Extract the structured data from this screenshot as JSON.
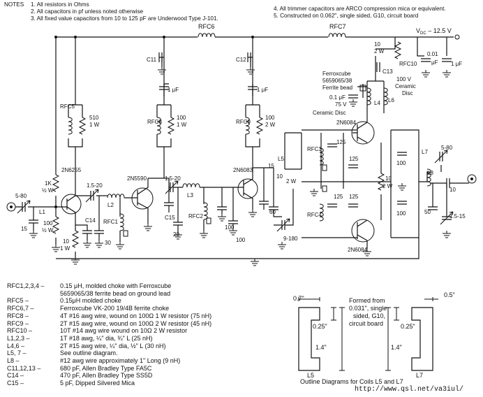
{
  "notes": {
    "heading": "NOTES",
    "left": [
      "1.  All resistors in Ohms",
      "2.  All capacitors in pf unless noted otherwise",
      "3.  All fixed value capacitors from 10 to 125 pF are Underwood Type J-101."
    ],
    "right": [
      "4.  All trimmer capacitors are ARCO compression mica or equivalent.",
      "5.  Constructed on 0.062\", single sided, G10, circuit board"
    ]
  },
  "supply": {
    "label": "V",
    "sub": "DC",
    "value": "12.5 V"
  },
  "labels": {
    "rfc6": "RFC6",
    "rfc7": "RFC7",
    "c11": "C11",
    "c12": "C12",
    "c13": "C13",
    "uf1a": "1 μF",
    "uf1b": "1 μF",
    "uf1c": "1 μF",
    "c001": "0.01",
    "c001u": "μF",
    "r10": "10",
    "r10w": "2 W",
    "rfc10": "RFC10",
    "ferro1": "Ferroxcube",
    "ferro2": "5659065/38",
    "ferro3": "Ferrite bead",
    "c01": "0.1 μF",
    "c01v": "75 V",
    "ceramicdisc": "Ceramic Disc",
    "c100v": "100 V",
    "ceramic": "Ceramic",
    "disc": "Disc",
    "l4": "L4",
    "l6": "L6",
    "rfc5": "RFC5",
    "r510": "510",
    "r510w": "1 W",
    "rfc8": "RFC8",
    "r100a": "100",
    "r100aw": "1 W",
    "rfc9": "RFC9",
    "r100b": "100",
    "r100bw": "2 W",
    "q1": "2N6255",
    "q2": "2N5590",
    "q3": "2N6083",
    "q4": "2N6084",
    "q5": "2N6084",
    "c580a": "5-80",
    "l1": "L1",
    "c15a": "15",
    "r1k": "1K",
    "r1kw": "½ W",
    "r100c": "100",
    "r100cw": "½ W",
    "c1520": "1.5-20",
    "l2": "L2",
    "c14": "C14",
    "rfc1": "RFC1",
    "r10b": "10",
    "r10bw": "1 W",
    "c30": "30",
    "c1520b": "1.5-20",
    "l3": "L3",
    "c15lab": "C15",
    "c20": "20",
    "rfc2": "RFC2",
    "c100a": "100",
    "c100b": "100",
    "l5": "L5",
    "c15b": "15",
    "c60": "60",
    "c9180": "9-180",
    "rfc3": "RFC3",
    "rfc4": "RFC4",
    "c125a": "125",
    "c125b": "125",
    "c125c": "125",
    "c125d": "125",
    "r10c": "10",
    "r10cw": "2 W",
    "r10d": "10",
    "r10dw": "2 W",
    "c100c": "100",
    "c100d": "100",
    "l7": "L7",
    "c580b": "5-80",
    "l8": "L8",
    "c10": "10",
    "c50": "50",
    "c1515": "1.5-15"
  },
  "parts": [
    {
      "ref": "RFC1,2,3,4 –",
      "desc": "0.15 μH,   molded   choke   with   Ferroxcube",
      "desc2": "5659065/38 ferrite bead on ground lead"
    },
    {
      "ref": "RFC5 –",
      "desc": "0.15μH molded choke"
    },
    {
      "ref": "RFC6,7 –",
      "desc": "Ferroxcube VK-200 19/4B ferrite choke"
    },
    {
      "ref": "RFC8 –",
      "desc": "4T #16 awg wire, wound on 100Ω 1 W resistor (75 nH)"
    },
    {
      "ref": "RFC9 –",
      "desc": "2T #15 awg wire, wound on 100Ω 2 W resistor (45 nH)"
    },
    {
      "ref": "RFC10 –",
      "desc": "10T #14 awg wire wound on 10Ω 2 W resistor"
    },
    {
      "ref": "L1,2,3 –",
      "desc": "1T #18 awg, ¼\" dia, ¾\" L (25 nH)"
    },
    {
      "ref": "L4,6 –",
      "desc": "2T #15 awg wire, ¼\" dia, ½\" L (30 nH)"
    },
    {
      "ref": "L5, 7 –",
      "desc": "See outline diagram."
    },
    {
      "ref": "L8 –",
      "desc": "#12 awg wire approximately 1\" Long (9 nH)"
    },
    {
      "ref": "C11,12,13 –",
      "desc": "680 pF, Allen Bradley Type FA5C"
    },
    {
      "ref": "C14 –",
      "desc": "470 pF, Allen Bradley Type SS5D"
    },
    {
      "ref": "C15 –",
      "desc": "5 pF, Dipped Silvered Mica"
    }
  ],
  "coils": {
    "d07": "0.7\"",
    "d05": "0.5\"",
    "d025a": "0.25\"",
    "d025b": "0.25\"",
    "d14a": "1.4\"",
    "d14b": "1.4\"",
    "formed": [
      "Formed from",
      "0.031\", single",
      "sided, G10,",
      "circuit board"
    ],
    "l5": "L5",
    "l7": "L7",
    "caption": "Outline Diagrams for Coils L5 and L7"
  },
  "url": "http://www.qsl.net/va3iul/"
}
